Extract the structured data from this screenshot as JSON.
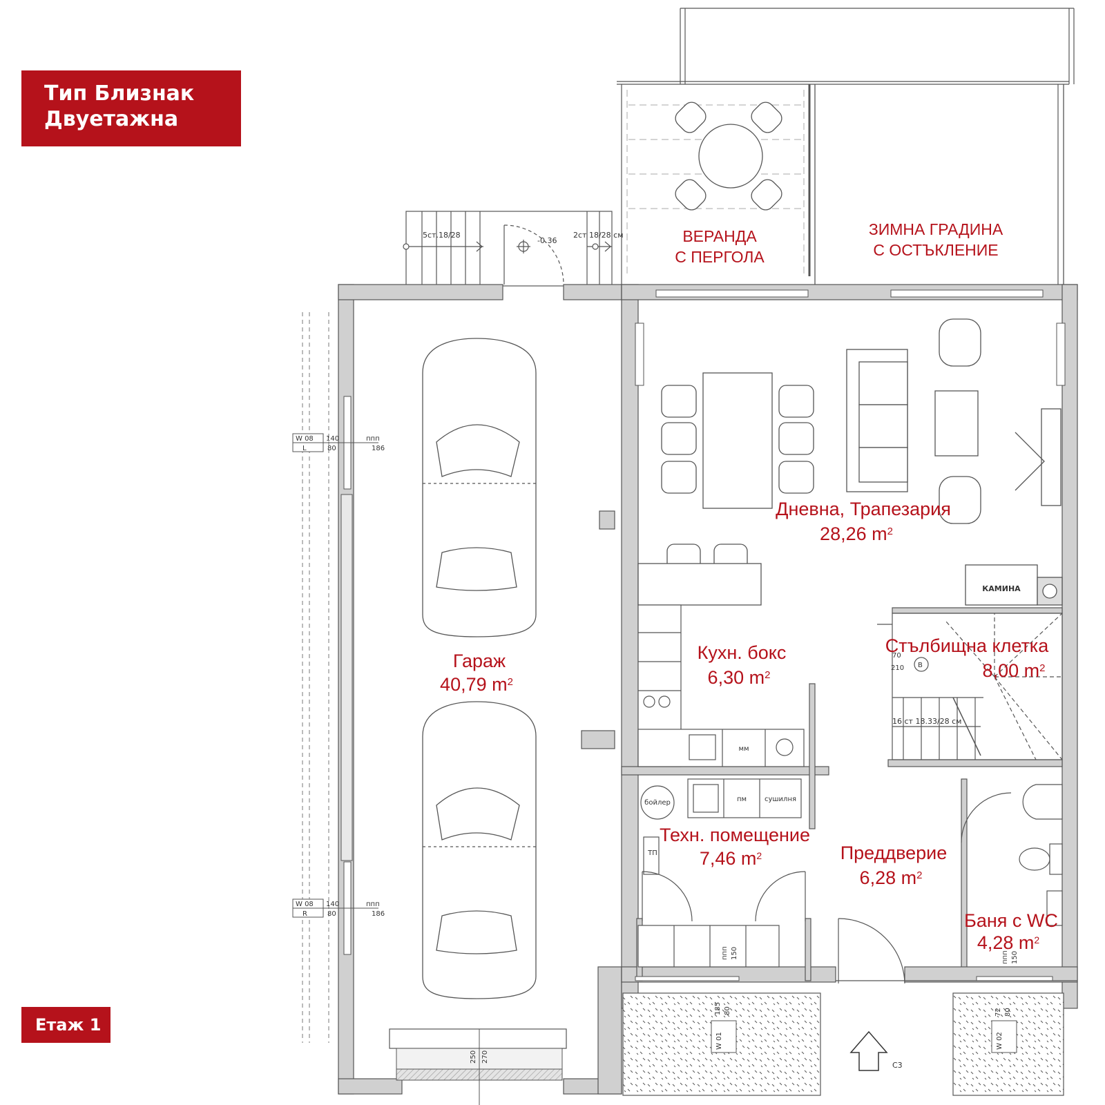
{
  "title": {
    "line1": "Тип Близнак",
    "line2": "Двуетажна"
  },
  "floor": "Етаж 1",
  "rooms": {
    "veranda": {
      "line1": "ВЕРАНДА",
      "line2": "С ПЕРГОЛА"
    },
    "winter_garden": {
      "line1": "ЗИМНА ГРАДИНА",
      "line2": "С ОСТЪКЛЕНИЕ"
    },
    "living": {
      "name": "Дневна, Трапезария",
      "area": "28,26 m",
      "unit_sup": "2"
    },
    "garage": {
      "name": "Гараж",
      "area": "40,79 m",
      "unit_sup": "2"
    },
    "kitchen": {
      "name": "Кухн. бокс",
      "area": "6,30 m",
      "unit_sup": "2"
    },
    "stairs": {
      "name": "Стълбищна клетка",
      "area": "8,00 m",
      "unit_sup": "2"
    },
    "technical": {
      "name": "Техн. помещение",
      "area": "7,46 m",
      "unit_sup": "2"
    },
    "hall": {
      "name": "Преддверие",
      "area": "6,28 m",
      "unit_sup": "2"
    },
    "bath": {
      "name": "Баня с WC",
      "area": "4,28 m",
      "unit_sup": "2"
    }
  },
  "annotations": {
    "fireplace": "КАМИНА",
    "boiler": "бойлер",
    "washer": "пм",
    "dryer": "сушилня",
    "dishwasher": "мм",
    "tp": "ТП",
    "level": "-0.36",
    "steps_left": "5ст.18/28",
    "steps_right": "2ст 18/28 см",
    "stair_steps": "16 ст 18.33/28 см",
    "entrance_mark": "С3",
    "window_w08": "W 08",
    "window_l": "L",
    "window_r": "R",
    "dim_140": "140",
    "dim_80": "80",
    "dim_ppp": "ппп",
    "dim_186": "186",
    "dim_150": "150",
    "dim_250": "250",
    "dim_270": "270",
    "dim_185": "185",
    "dim_72": "72",
    "w01": "W 01",
    "w02": "W 02",
    "b03": "B",
    "dim_70": "70",
    "dim_210": "210"
  }
}
